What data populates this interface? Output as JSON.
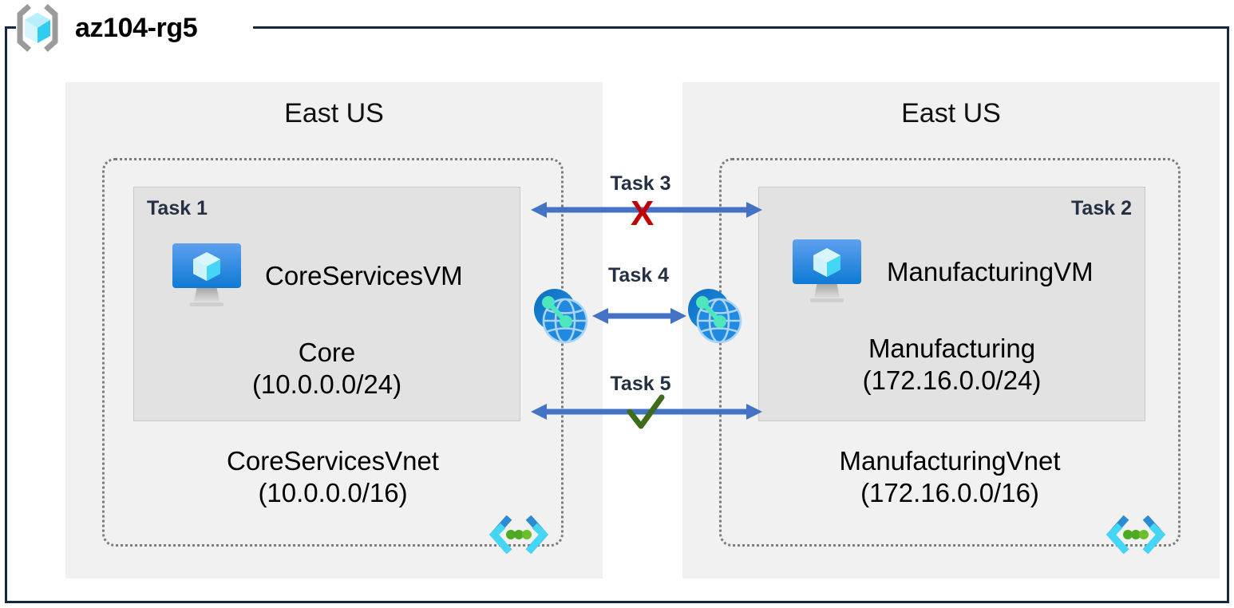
{
  "resource_group": {
    "name": "az104-rg5",
    "icon": "resource-group-cube-icon"
  },
  "regions": [
    {
      "id": "left",
      "title": "East US"
    },
    {
      "id": "right",
      "title": "East US"
    }
  ],
  "vnets": [
    {
      "id": "core",
      "name": "CoreServicesVnet",
      "cidr": "(10.0.0.0/16)",
      "icon": "vnet-icon",
      "subnet": {
        "task_tag": "Task 1",
        "vm_name": "CoreServicesVM",
        "vm_icon": "virtual-machine-icon",
        "subnet_name": "Core",
        "subnet_cidr": "(10.0.0.0/24)"
      }
    },
    {
      "id": "manufacturing",
      "name": "ManufacturingVnet",
      "cidr": "(172.16.0.0/16)",
      "icon": "vnet-icon",
      "subnet": {
        "task_tag": "Task 2",
        "vm_name": "ManufacturingVM",
        "vm_icon": "virtual-machine-icon",
        "subnet_name": "Manufacturing",
        "subnet_cidr": "(172.16.0.0/24)"
      }
    }
  ],
  "connections": [
    {
      "id": "task3",
      "label": "Task 3",
      "marker": "x",
      "marker_glyph": "X",
      "status": "blocked"
    },
    {
      "id": "task4",
      "label": "Task 4",
      "marker": "none",
      "marker_glyph": "",
      "status": "peering"
    },
    {
      "id": "task5",
      "label": "Task 5",
      "marker": "check",
      "marker_glyph": "",
      "status": "allowed"
    }
  ],
  "peering_icons": [
    {
      "id": "peer-left",
      "name": "vnet-peering-icon"
    },
    {
      "id": "peer-right",
      "name": "vnet-peering-icon"
    }
  ],
  "colors": {
    "frame": "#14293f",
    "region_bg": "#f1f1f1",
    "subnet_bg": "#e2e2e2",
    "vnet_border": "#7c7c7c",
    "arrow": "#4472c4",
    "blocked": "#c00000",
    "allowed": "#3f6b1d",
    "task_text": "#253142",
    "vm_blue": "#1b7fd4",
    "cube_cyan": "#9fe7fb"
  }
}
